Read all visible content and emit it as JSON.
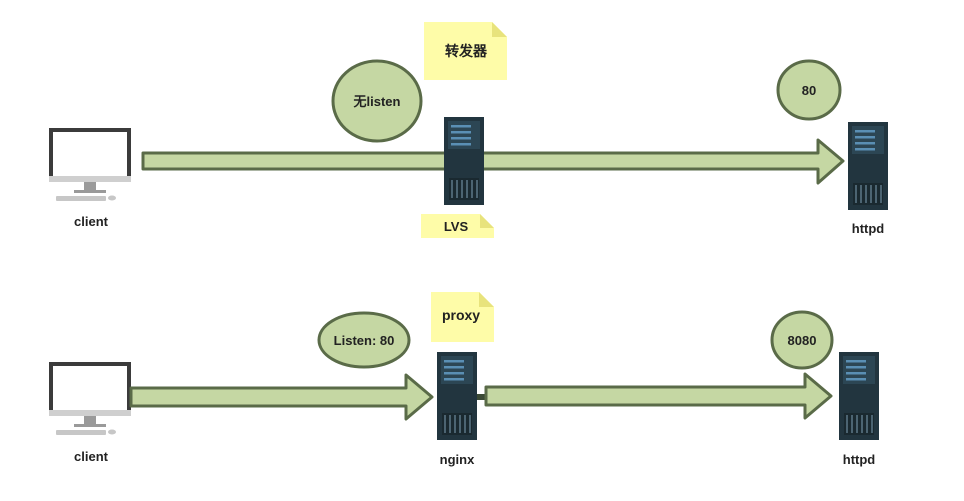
{
  "top": {
    "client_label": "client",
    "lvs_label": "LVS",
    "forwarder_note": "转发器",
    "no_listen_bubble": "无listen",
    "port_bubble": "80",
    "httpd_label": "httpd"
  },
  "bottom": {
    "client_label": "client",
    "proxy_note": "proxy",
    "listen_bubble": "Listen: 80",
    "nginx_label": "nginx",
    "port_bubble": "8080",
    "httpd_label": "httpd"
  },
  "colors": {
    "arrow_fill": "#c5d7a3",
    "arrow_stroke": "#5a6b48",
    "bubble_fill": "#c5d7a3",
    "note_fill": "#fefca8",
    "note_fold": "#e8e37c",
    "server_body": "#22353f",
    "server_light": "#5a8fb4"
  }
}
